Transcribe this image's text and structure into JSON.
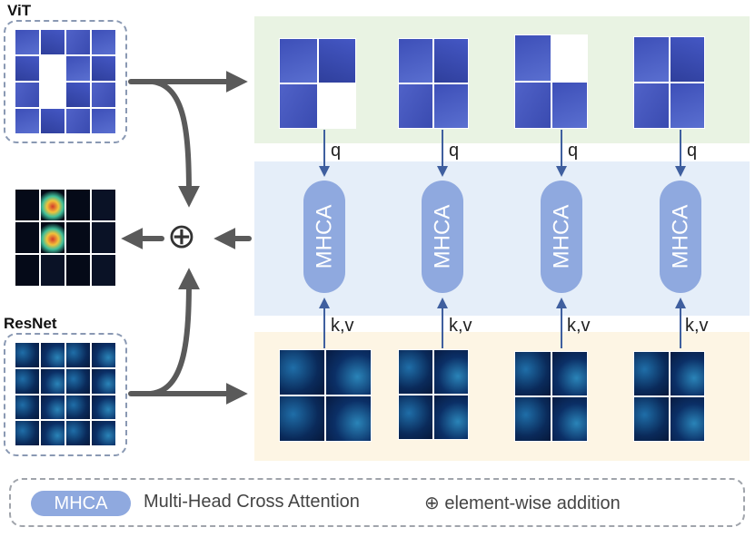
{
  "vit_label": "ViT",
  "resnet_label": "ResNet",
  "q_label": "q",
  "kv_label": "k,v",
  "mhca_label": "MHCA",
  "plus_symbol": "⊕",
  "legend": {
    "pill": "MHCA",
    "mhca_desc": "Multi-Head Cross Attention",
    "add_desc": "⊕ element-wise addition"
  },
  "colors": {
    "q_band": "#e9f3e3",
    "mhca_band": "#e5eef9",
    "kv_band": "#fdf5e4",
    "mhca": "#8fa9df",
    "arrow": "#5a5a5a",
    "small_arrow": "#3f5f9f"
  }
}
